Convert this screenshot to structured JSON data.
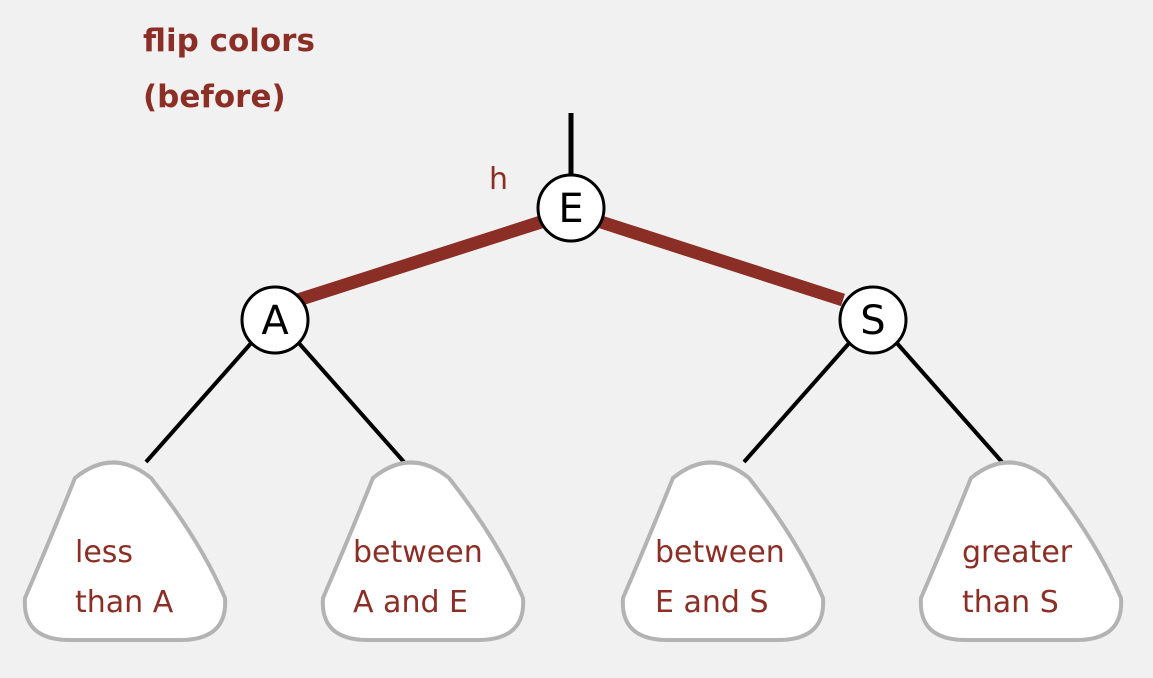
{
  "title": {
    "line1": "flip colors",
    "line2": "(before)"
  },
  "pointer_label": "h",
  "nodes": {
    "root": {
      "key": "E"
    },
    "left": {
      "key": "A"
    },
    "right": {
      "key": "S"
    }
  },
  "subtrees": [
    {
      "line1": "less",
      "line2": "than A"
    },
    {
      "line1": "between",
      "line2": "A and E"
    },
    {
      "line1": "between",
      "line2": "E and S"
    },
    {
      "line1": "greater",
      "line2": "than S"
    }
  ],
  "colors": {
    "background": "#f2f1f1",
    "red_link": "#8b2e25",
    "black_link": "#000000",
    "label_text": "#8b2e25",
    "subtree_fill": "#ffffff",
    "subtree_border": "#b3b3b3"
  }
}
